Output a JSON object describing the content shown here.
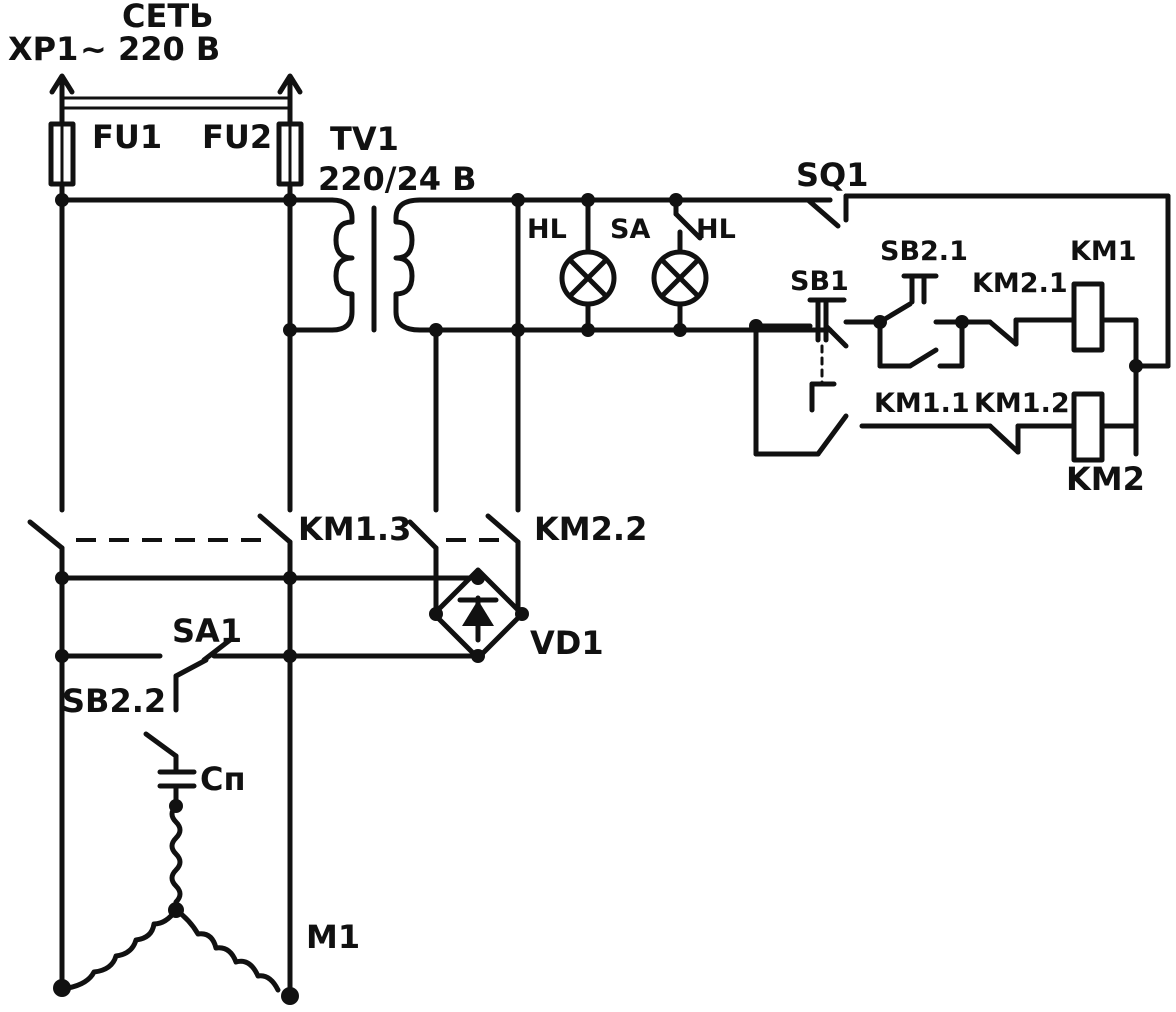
{
  "labels": {
    "mains": "СЕТЬ",
    "xp1": "XP1",
    "voltage": "~ 220 В",
    "fu1": "FU1",
    "fu2": "FU2",
    "tv1": "TV1",
    "tv1_ratio": "220/24 В",
    "hl_1": "HL",
    "sa": "SA",
    "hl_2": "HL",
    "sq1": "SQ1",
    "sb1": "SB1",
    "sb2_1": "SB2.1",
    "km1": "KM1",
    "km2_1": "KM2.1",
    "km1_1": "KM1.1",
    "km1_2": "KM1.2",
    "km2": "KM2",
    "km1_3": "KM1.3",
    "km2_2": "KM2.2",
    "vd1": "VD1",
    "sa1": "SA1",
    "sb2_2": "SB2.2",
    "cp": "Сп",
    "m1": "M1"
  }
}
